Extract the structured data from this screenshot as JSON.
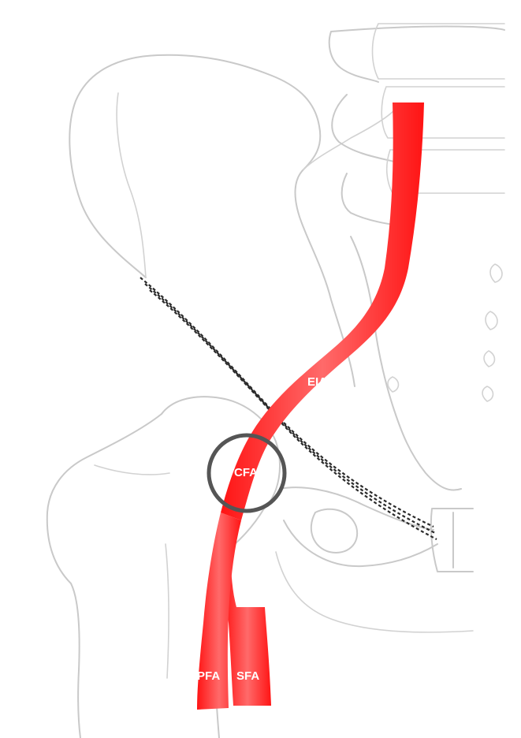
{
  "labels": {
    "eia": "EIA",
    "cfa": "CFA",
    "pfa": "PFA",
    "sfa": "SFA"
  },
  "colors": {
    "artery": "#ff1a1a",
    "artery_highlight": "#ff8080",
    "bone_outline": "#c9c9c9",
    "ligament": "#2a2a2a",
    "cfa_ring": "#555555"
  }
}
